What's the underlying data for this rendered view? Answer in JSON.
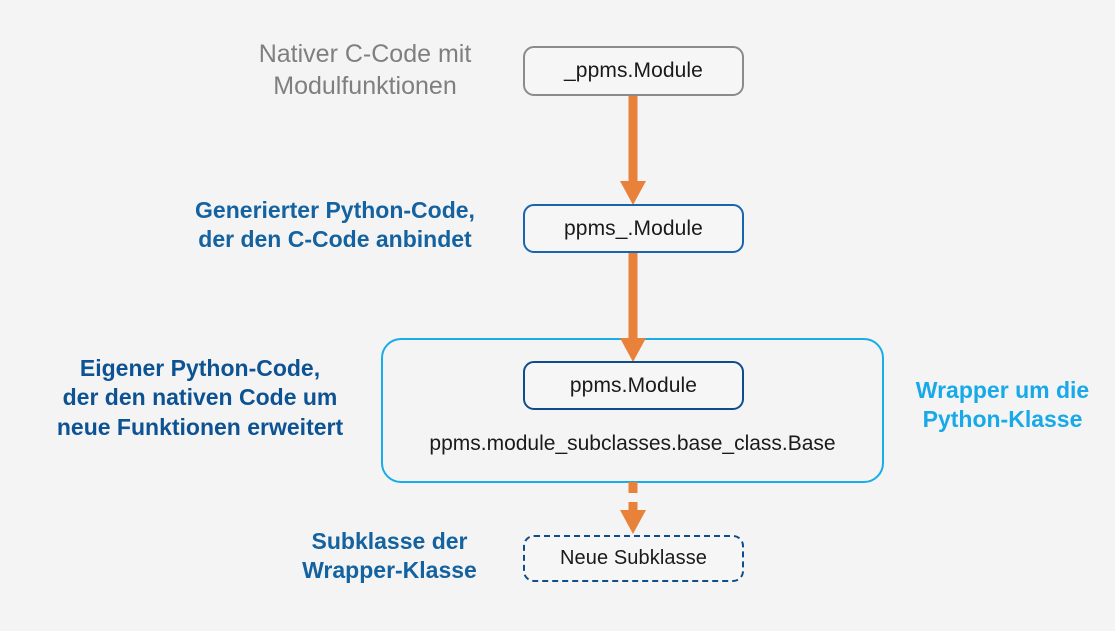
{
  "diagram": {
    "title": "Python C-Extension Wrapper Architektur",
    "background_color": "#f4f4f4",
    "accent_orange": "#e8823a",
    "accent_cyan": "#18ace9",
    "accent_blue": "#14629f",
    "accent_gray": "#7f7f7f"
  },
  "labels": {
    "native": "Nativer C-Code mit\nModulfunktionen",
    "generated": "Generierter Python-Code,\nder den C-Code anbindet",
    "own": "Eigener Python-Code,\nder den nativen Code um\nneue Funktionen erweitert",
    "wrapper": "Wrapper um die\nPython-Klasse",
    "subclass": "Subklasse der\nWrapper-Klasse"
  },
  "nodes": {
    "native_module": "_ppms.Module",
    "generated_module": "ppms_.Module",
    "wrapper_module": "ppms.Module",
    "base_class": "ppms.module_subclasses.base_class.Base",
    "new_subclass": "Neue Subklasse"
  },
  "arrows": [
    {
      "name": "native-to-generated",
      "style": "solid",
      "color": "#e8823a"
    },
    {
      "name": "generated-to-wrapper",
      "style": "solid",
      "color": "#e8823a"
    },
    {
      "name": "wrapper-to-subclass",
      "style": "dashed",
      "color": "#e8823a"
    }
  ]
}
